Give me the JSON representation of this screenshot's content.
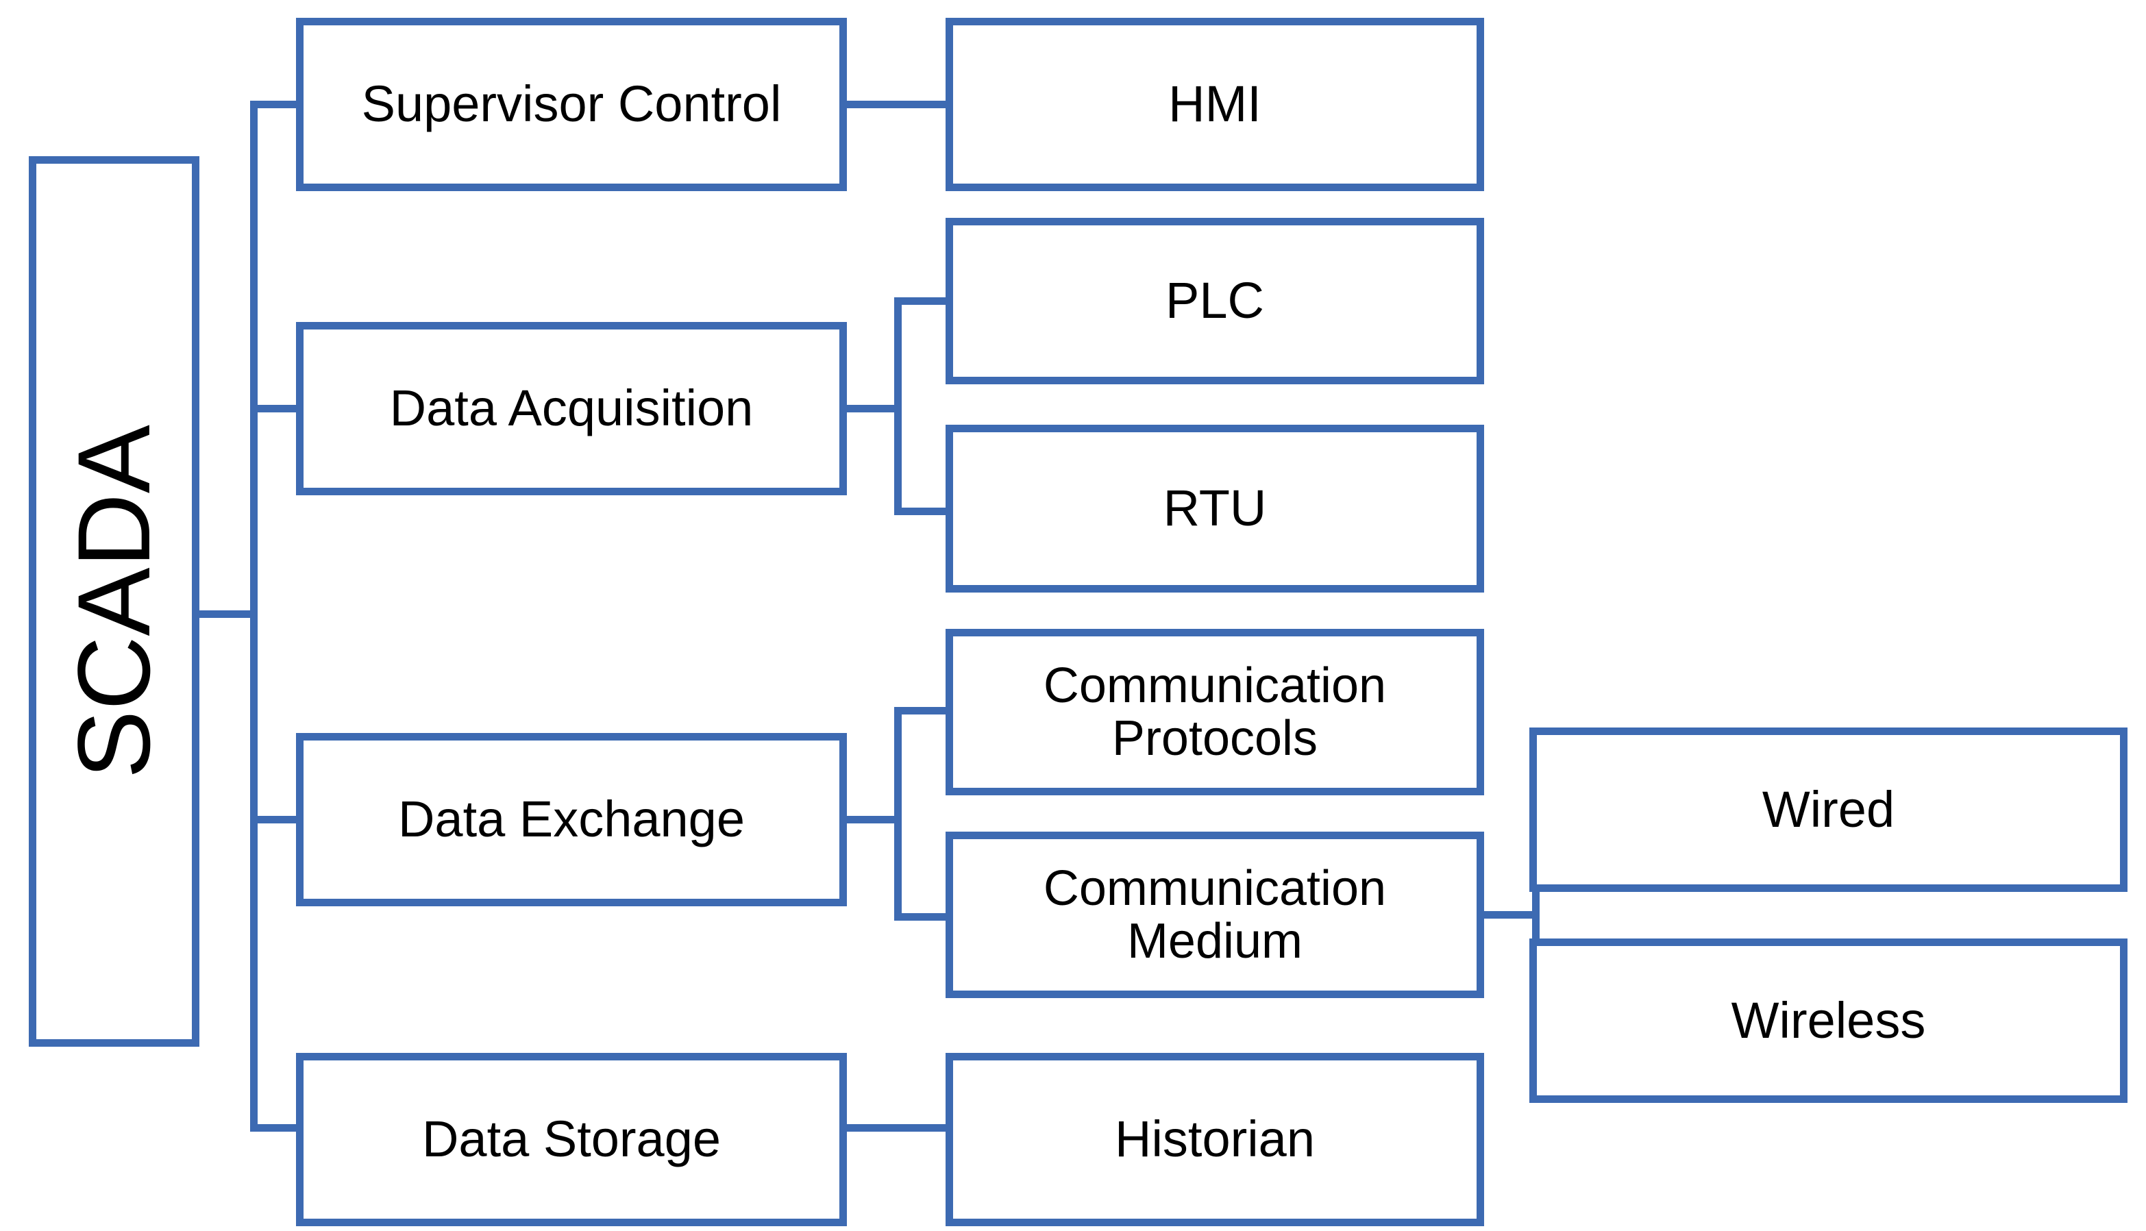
{
  "diagram": {
    "title": "SCADA",
    "type": "hierarchy-tree",
    "colors": {
      "border": "#3d6ab2",
      "text": "#000000",
      "background": "#ffffff"
    },
    "root": {
      "label": "SCADA",
      "orientation": "vertical-text"
    },
    "level2": [
      {
        "label": "Supervisor Control"
      },
      {
        "label": "Data Acquisition"
      },
      {
        "label": "Data Exchange"
      },
      {
        "label": "Data Storage"
      }
    ],
    "level3": [
      {
        "label": "HMI",
        "parent": "Supervisor Control"
      },
      {
        "label": "PLC",
        "parent": "Data Acquisition"
      },
      {
        "label": "RTU",
        "parent": "Data Acquisition"
      },
      {
        "label": "Communication\nProtocols",
        "parent": "Data Exchange"
      },
      {
        "label": "Communication\nMedium",
        "parent": "Data Exchange"
      },
      {
        "label": "Historian",
        "parent": "Data Storage"
      }
    ],
    "level4": [
      {
        "label": "Wired",
        "parent": "Communication Medium"
      },
      {
        "label": "Wireless",
        "parent": "Communication Medium"
      }
    ]
  }
}
